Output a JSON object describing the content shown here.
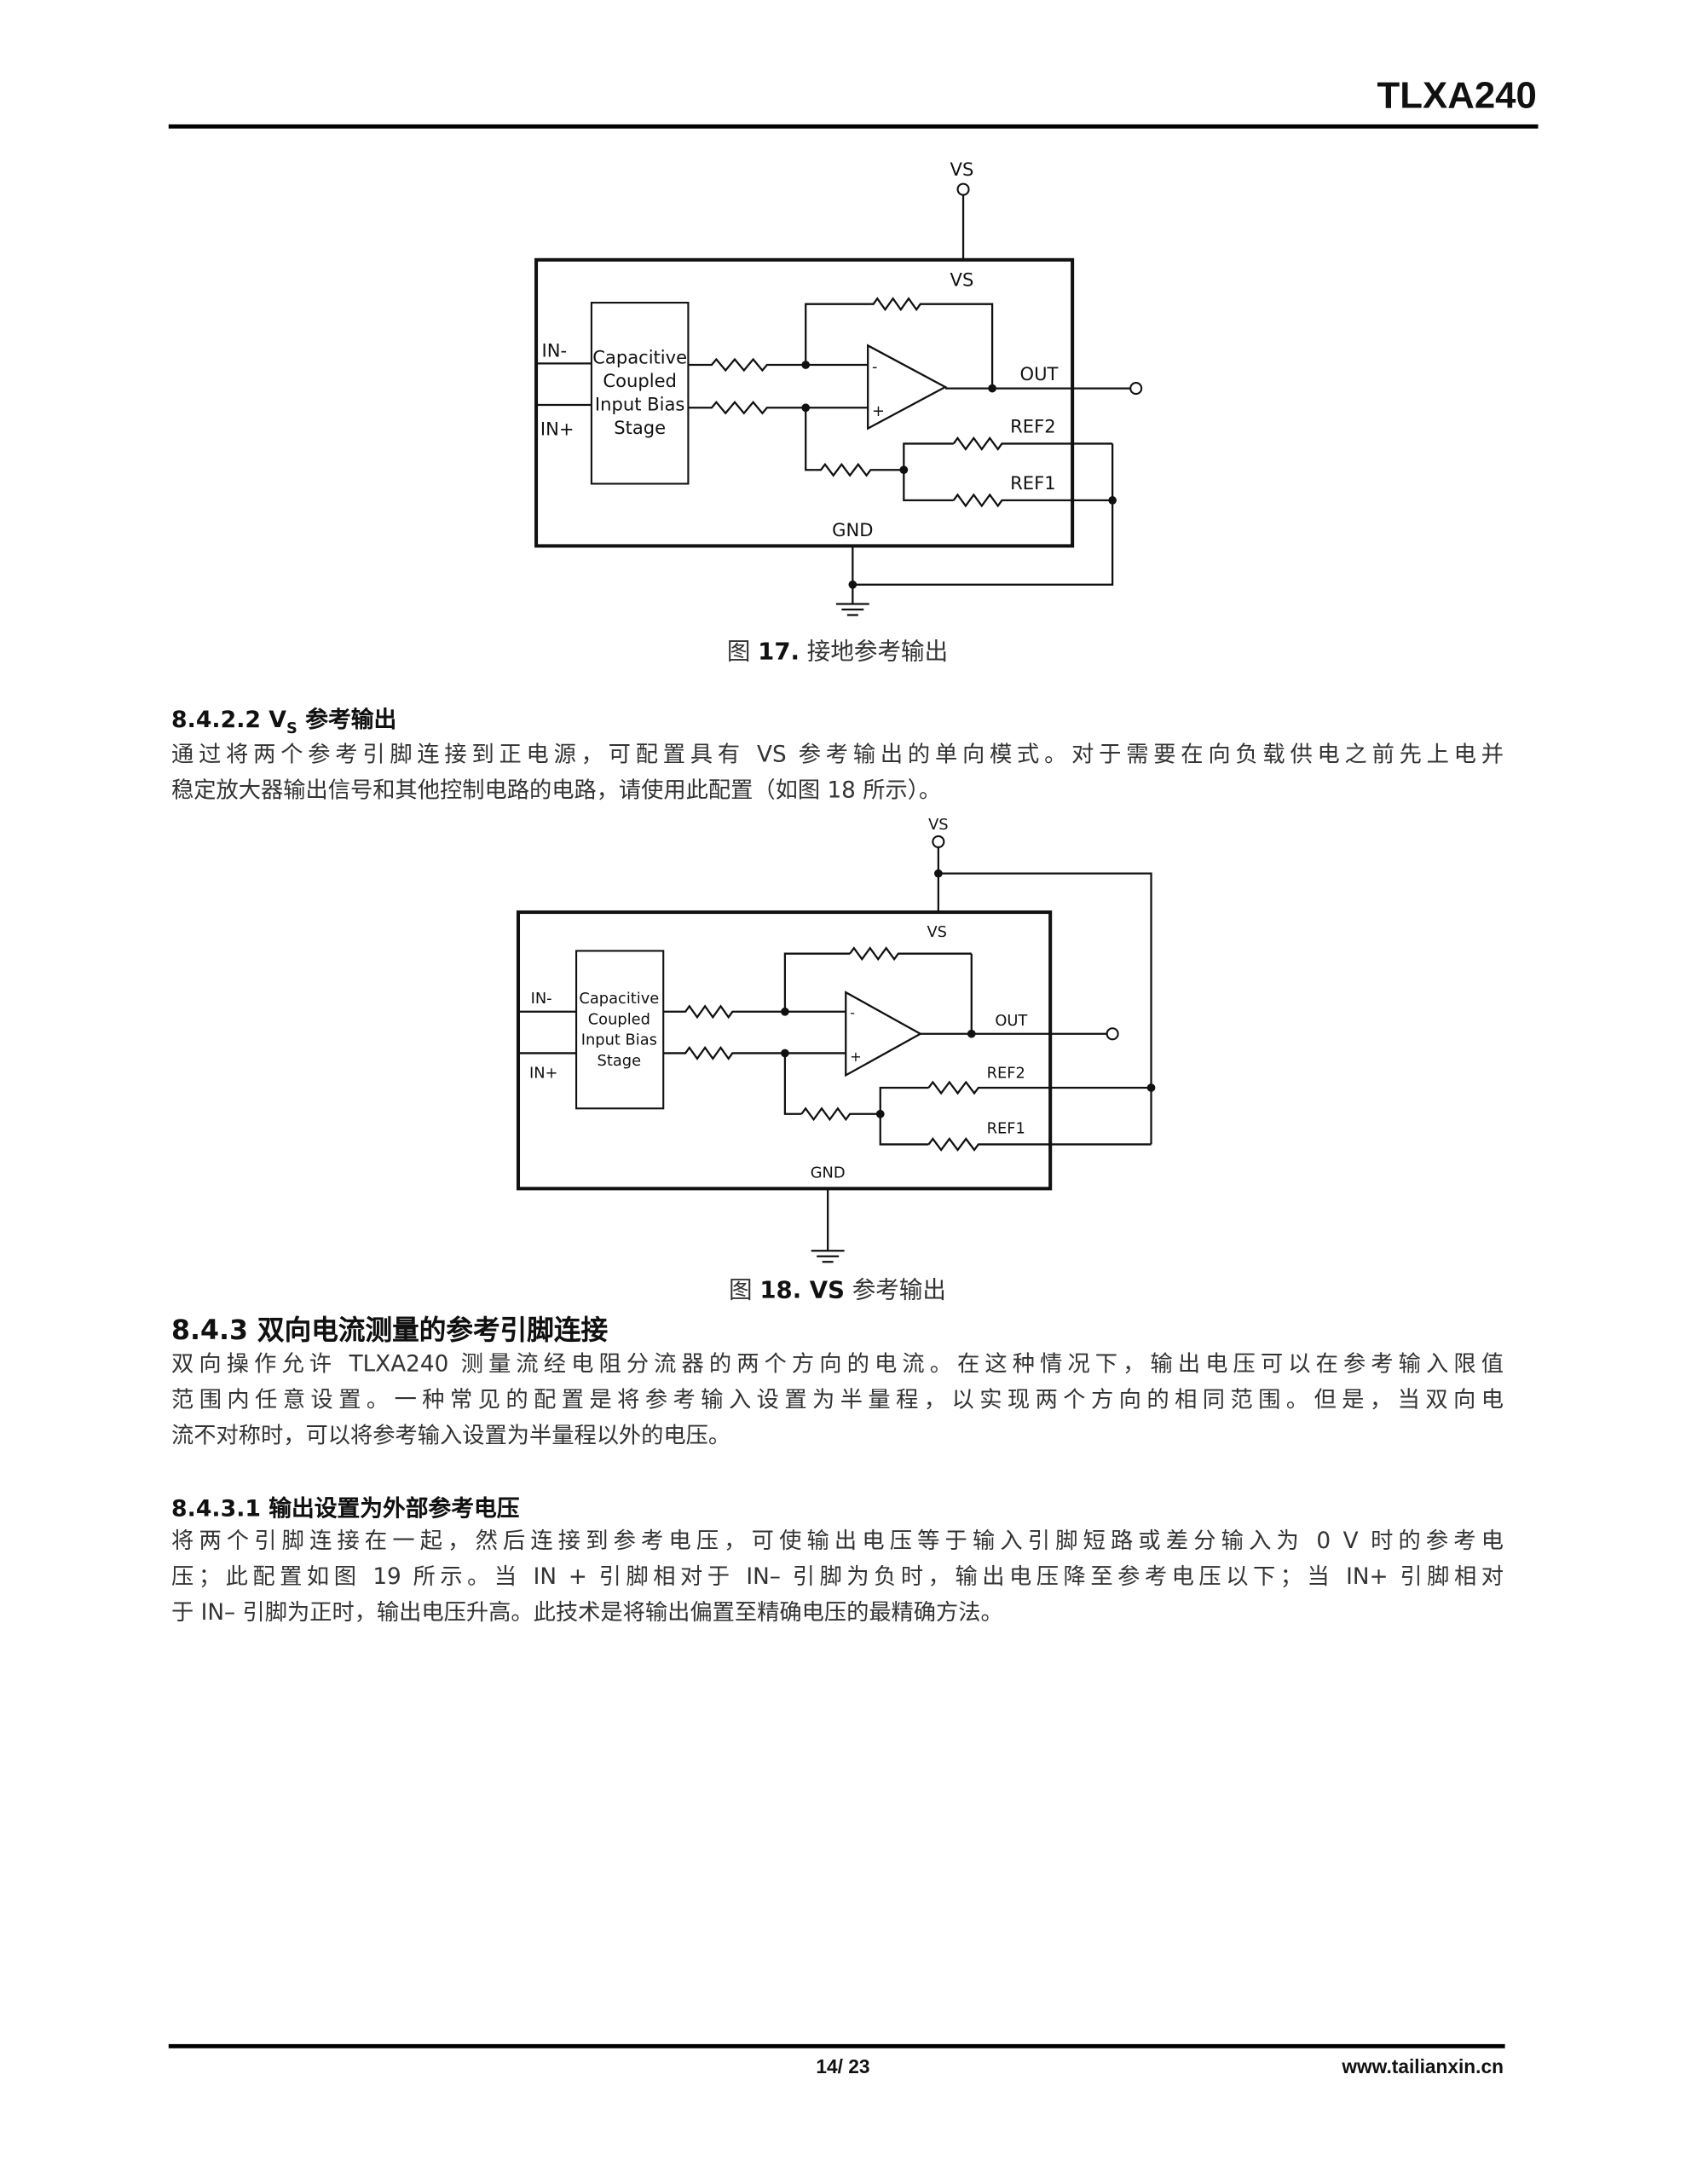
{
  "header": {
    "title": "TLXA240"
  },
  "figure17": {
    "labels": {
      "vs_top": "VS",
      "vs_inner": "VS",
      "in_minus": "IN-",
      "in_plus": "IN+",
      "out": "OUT",
      "ref2": "REF2",
      "ref1": "REF1",
      "gnd": "GND",
      "minus": "-",
      "plus": "+"
    },
    "block": [
      "Capacitive",
      "Coupled",
      "Input Bias",
      "Stage"
    ],
    "caption_prefix": "图",
    "caption_num": "17.",
    "caption_text": "接地参考输出"
  },
  "section_8422": {
    "heading_num": "8.4.2.2 V",
    "heading_sub": "S",
    "heading_text": "参考输出",
    "lines": [
      "通过将两个参考引脚连接到正电源，可配置具有 VS 参考输出的单向模式。对于需要在向负载供电之前先上电并",
      "稳定放大器输出信号和其他控制电路的电路，请使用此配置（如图 18 所示）。"
    ]
  },
  "figure18": {
    "labels": {
      "vs_top": "VS",
      "vs_inner": "VS",
      "in_minus": "IN-",
      "in_plus": "IN+",
      "out": "OUT",
      "ref2": "REF2",
      "ref1": "REF1",
      "gnd": "GND",
      "minus": "-",
      "plus": "+"
    },
    "block": [
      "Capacitive",
      "Coupled",
      "Input Bias",
      "Stage"
    ],
    "caption_prefix": "图",
    "caption_num": "18. VS",
    "caption_text": "参考输出"
  },
  "section_843": {
    "heading": "8.4.3 双向电流测量的参考引脚连接",
    "lines": [
      "双向操作允许 TLXA240 测量流经电阻分流器的两个方向的电流。在这种情况下，输出电压可以在参考输入限值",
      "范围内任意设置。一种常见的配置是将参考输入设置为半量程，以实现两个方向的相同范围。但是，当双向电",
      "流不对称时，可以将参考输入设置为半量程以外的电压。"
    ]
  },
  "section_8431": {
    "heading": "8.4.3.1 输出设置为外部参考电压",
    "lines": [
      "将两个引脚连接在一起，然后连接到参考电压，可使输出电压等于输入引脚短路或差分输入为 0 V 时的参考电",
      "压；此配置如图 19 所示。当 IN + 引脚相对于 IN– 引脚为负时，输出电压降至参考电压以下；当 IN+ 引脚相对",
      "于 IN– 引脚为正时，输出电压升高。此技术是将输出偏置至精确电压的最精确方法。"
    ]
  },
  "footer": {
    "page": "14/ 23",
    "website": "www.tailianxin.cn"
  }
}
